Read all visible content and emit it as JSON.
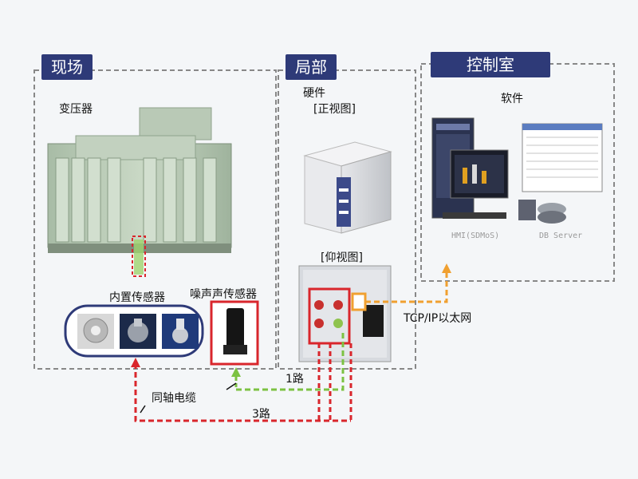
{
  "sections": {
    "field": "现场",
    "local": "局部",
    "control_room": "控制室"
  },
  "labels": {
    "transformer": "变压器",
    "hardware": "硬件",
    "front_view": "[正视图]",
    "bottom_view": "[仰视图]",
    "software": "软件",
    "builtin_sensors": "内置传感器",
    "noise_sensor": "噪声声传感器",
    "tcp_ip": "TCP/IP以太网",
    "coax_cable": "同轴电缆",
    "route_1": "1路",
    "route_3": "3路",
    "hmi": "HMI(SDMoS)",
    "db_server": "DB Server"
  },
  "colors": {
    "section_border": "#888888",
    "title_bg": "#2e3a78",
    "green_line": "#7cc242",
    "red_line": "#d9262c",
    "orange_line": "#f0a030",
    "sensor_box": "#2e3a78"
  }
}
